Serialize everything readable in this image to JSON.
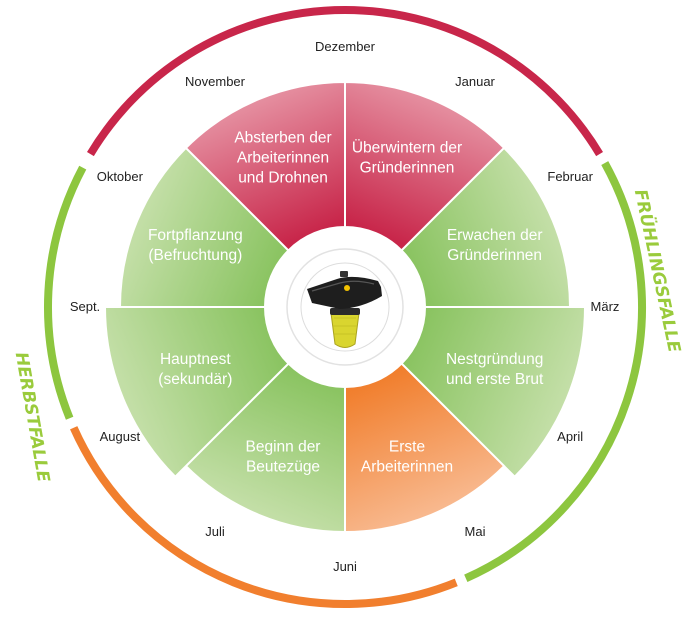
{
  "colors": {
    "green_light": "#c4dfa8",
    "green": "#8bc462",
    "green_ring": "#8dc63f",
    "green_text": "#9acb3c",
    "red": "#c8264a",
    "red_light": "#e58fa0",
    "orange": "#f17f2e",
    "orange_light": "#f8b98f",
    "ring_gray": "#e6e6e6"
  },
  "months": [
    {
      "label": "Dezember"
    },
    {
      "label": "Januar"
    },
    {
      "label": "Februar"
    },
    {
      "label": "März"
    },
    {
      "label": "April"
    },
    {
      "label": "Mai"
    },
    {
      "label": "Juni"
    },
    {
      "label": "Juli"
    },
    {
      "label": "August"
    },
    {
      "label": "Sept."
    },
    {
      "label": "Oktober"
    },
    {
      "label": "November"
    }
  ],
  "segments": [
    {
      "lines": [
        "Überwintern der",
        "Gründerinnen"
      ],
      "theme": "red"
    },
    {
      "lines": [
        "Erwachen der",
        "Gründerinnen"
      ],
      "theme": "green"
    },
    {
      "lines": [
        "Nestgründung",
        "und erste Brut"
      ],
      "theme": "green"
    },
    {
      "lines": [
        "Erste",
        "Arbeiterinnen"
      ],
      "theme": "orange"
    },
    {
      "lines": [
        "Beginn der",
        "Beutezüge"
      ],
      "theme": "green"
    },
    {
      "lines": [
        "Hauptnest",
        "(sekundär)"
      ],
      "theme": "green"
    },
    {
      "lines": [
        "Fortpflanzung",
        "(Befruchtung)"
      ],
      "theme": "green"
    },
    {
      "lines": [
        "Absterben der",
        "Arbeiterinnen",
        "und Drohnen"
      ],
      "theme": "red"
    }
  ],
  "seasons": {
    "spring": "FRÜHLINGSFALLE",
    "autumn": "HERBSTFALLE"
  },
  "center_icon": "wasp-trap-icon"
}
